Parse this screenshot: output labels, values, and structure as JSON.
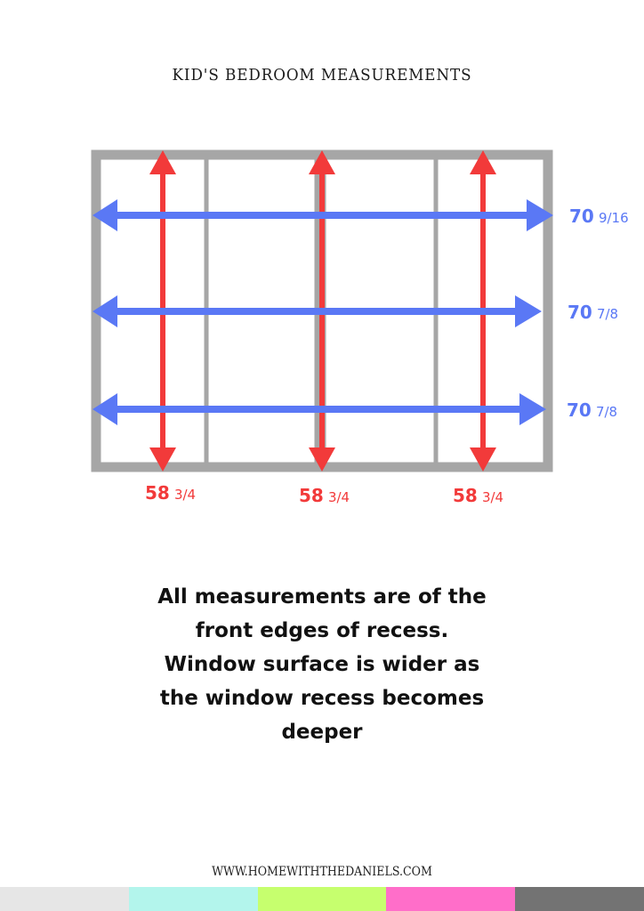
{
  "title": "KID'S BEDROOM MEASUREMENTS",
  "horizontal_measurements": [
    {
      "whole": "70",
      "fraction": "9/16"
    },
    {
      "whole": "70",
      "fraction": "7/8"
    },
    {
      "whole": "70",
      "fraction": "7/8"
    }
  ],
  "vertical_measurements": [
    {
      "whole": "58",
      "fraction": "3/4"
    },
    {
      "whole": "58",
      "fraction": "3/4"
    },
    {
      "whole": "58",
      "fraction": "3/4"
    }
  ],
  "note_lines": [
    "All measurements are of the",
    "front edges of  recess.",
    "Window surface is wider as",
    "the window recess becomes",
    "deeper"
  ],
  "website": "WWW.HOMEWITHTHEDANIELS.COM",
  "colors": {
    "frame": "#a6a6a6",
    "horizontal_arrow": "#5a78f5",
    "vertical_arrow": "#f23a3a",
    "stripes": [
      "#e6e6e6",
      "#b3f5ec",
      "#c6ff6e",
      "#ff6ec9",
      "#737373"
    ]
  }
}
